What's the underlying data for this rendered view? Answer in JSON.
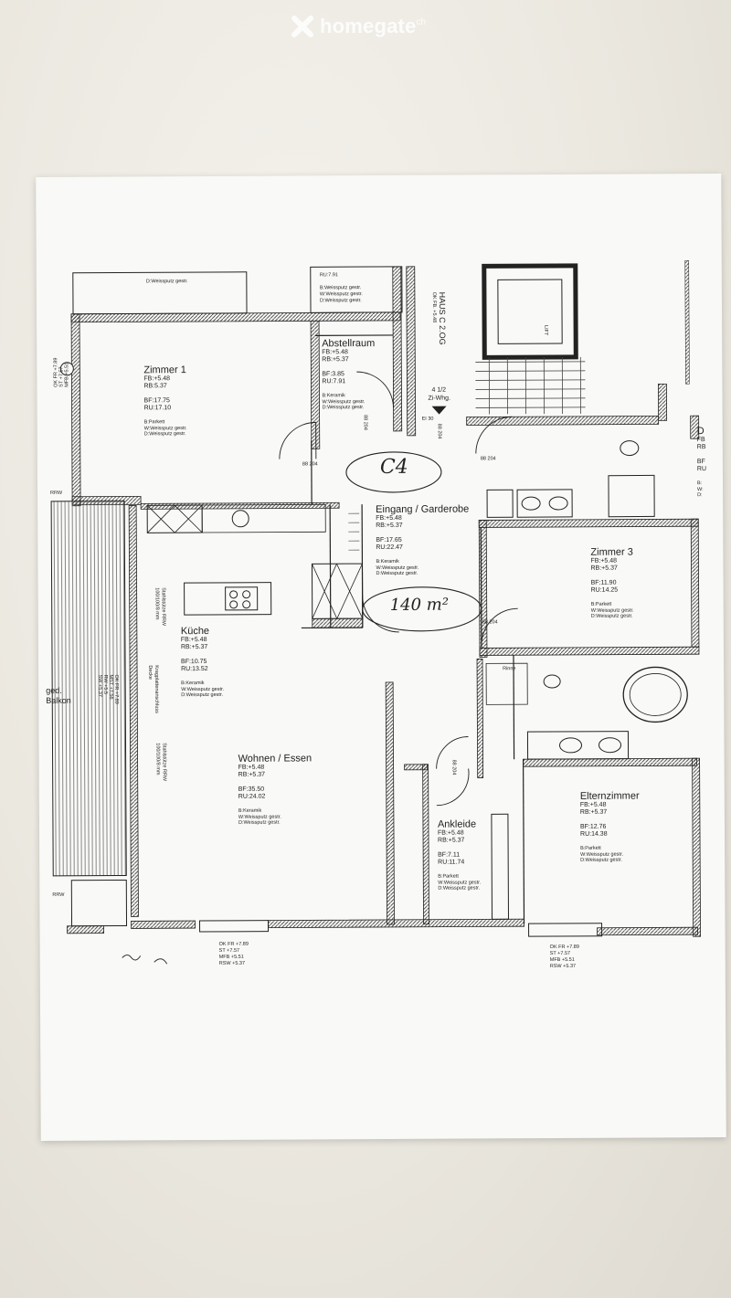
{
  "watermark": {
    "brand": "homegate",
    "suffix": "ch"
  },
  "header": {
    "house": "HAUS C 2.OG",
    "level": "OK FB. +5.48",
    "lift": "LIFT",
    "unit_count": "4 1/2",
    "unit_type": "Zi-Whg.",
    "ei": "EI 30"
  },
  "handwritten": {
    "unit": "C4",
    "area": "140 m²"
  },
  "top_strip": {
    "left": "D:Weissputz gestr.",
    "mid": [
      "RU:7.91",
      "B:Weissputz gestr.",
      "W:Weissputz gestr.",
      "D:Weissputz gestr."
    ]
  },
  "rooms": [
    {
      "id": "zimmer1",
      "title": "Zimmer 1",
      "lines": [
        "FB:+5.48",
        "RB:5.37",
        "",
        "BF:17.75",
        "RU:17.10",
        "",
        "B:Parkett",
        "W:Weissputz gestr.",
        "D:Weissputz gestr."
      ]
    },
    {
      "id": "abstellraum",
      "title": "Abstellraum",
      "lines": [
        "FB:+5.48",
        "RB:+5.37",
        "",
        "BF:3.85",
        "RU:7.91",
        "",
        "B:Keramik",
        "W:Weissputz gestr.",
        "D:Weissputz gestr."
      ]
    },
    {
      "id": "eingang",
      "title": "Eingang / Garderobe",
      "lines": [
        "FB:+5.48",
        "RB:+5.37",
        "",
        "BF:17.65",
        "RU:22.47",
        "",
        "B:Keramik",
        "W:Weissputz gestr.",
        "D:Weissputz gestr."
      ]
    },
    {
      "id": "zimmer3",
      "title": "Zimmer 3",
      "lines": [
        "FB:+5.48",
        "RB:+5.37",
        "",
        "BF:11.90",
        "RU:14.25",
        "",
        "B:Parkett",
        "W:Weissputz gestr.",
        "D:Weissputz gestr."
      ]
    },
    {
      "id": "kueche",
      "title": "Küche",
      "lines": [
        "FB:+5.48",
        "RB:+5.37",
        "",
        "BF:10.75",
        "RU:13.52",
        "",
        "B:Keramik",
        "W:Weissputz gestr.",
        "D:Weissputz gestr."
      ]
    },
    {
      "id": "wohnen",
      "title": "Wohnen / Essen",
      "lines": [
        "FB:+5.48",
        "RB:+5.37",
        "",
        "BF:35.50",
        "RU:24.02",
        "",
        "B:Keramik",
        "W:Weissputz gestr.",
        "D:Weissputz gestr."
      ]
    },
    {
      "id": "ankleide",
      "title": "Ankleide",
      "lines": [
        "FB:+5.48",
        "RB:+5.37",
        "",
        "BF:7.11",
        "RU:11.74",
        "",
        "B:Parkett",
        "W:Weissputz gestr.",
        "D:Weissputz gestr."
      ]
    },
    {
      "id": "eltern",
      "title": "Elternzimmer",
      "lines": [
        "FB:+5.48",
        "RB:+5.37",
        "",
        "BF:12.76",
        "RU:14.38",
        "",
        "B:Parkett",
        "W:Weissputz gestr.",
        "D:Weissputz gestr."
      ]
    },
    {
      "id": "partial_d",
      "title": "D",
      "lines": [
        "FB",
        "RB",
        "",
        "BF",
        "RU",
        "",
        "B:",
        "W:",
        "D:"
      ]
    }
  ],
  "balcony": {
    "label_1": "ged.",
    "label_2": "Balkon",
    "rrw_top": "RRW",
    "rrw_bottom": "RRW"
  },
  "column_notes": {
    "stuetze_1": "Stahlstütze RRW",
    "stuetze_1b": "100/100/8 mm",
    "krag": "Kragplattenanschluss",
    "decke": "Decke",
    "stuetze_2": "Stahlstütze RRW",
    "stuetze_2b": "100/100/8 mm"
  },
  "level_boxes": {
    "left_wall": [
      "MFB +5.51",
      "ST +7.57",
      "OK FR +7.89"
    ],
    "balcony": [
      "OK FR +7.89",
      "MST +7.56",
      "RW +5.5",
      "SW +5.37"
    ],
    "bottom_left": [
      "OK FR +7.89",
      "ST +7.57",
      "MFB +5.51",
      "RSW +5.37"
    ],
    "bottom_right": [
      "OK FR +7.89",
      "ST +7.57",
      "MFB +5.51",
      "RSW +5.37"
    ]
  },
  "door_tags": {
    "d1": "88 204",
    "d2": "88 204",
    "d3": "88 204",
    "d4": "88 204",
    "d5": "88 204",
    "d6": "88 204"
  },
  "bath": {
    "rinne": "Rinne"
  }
}
